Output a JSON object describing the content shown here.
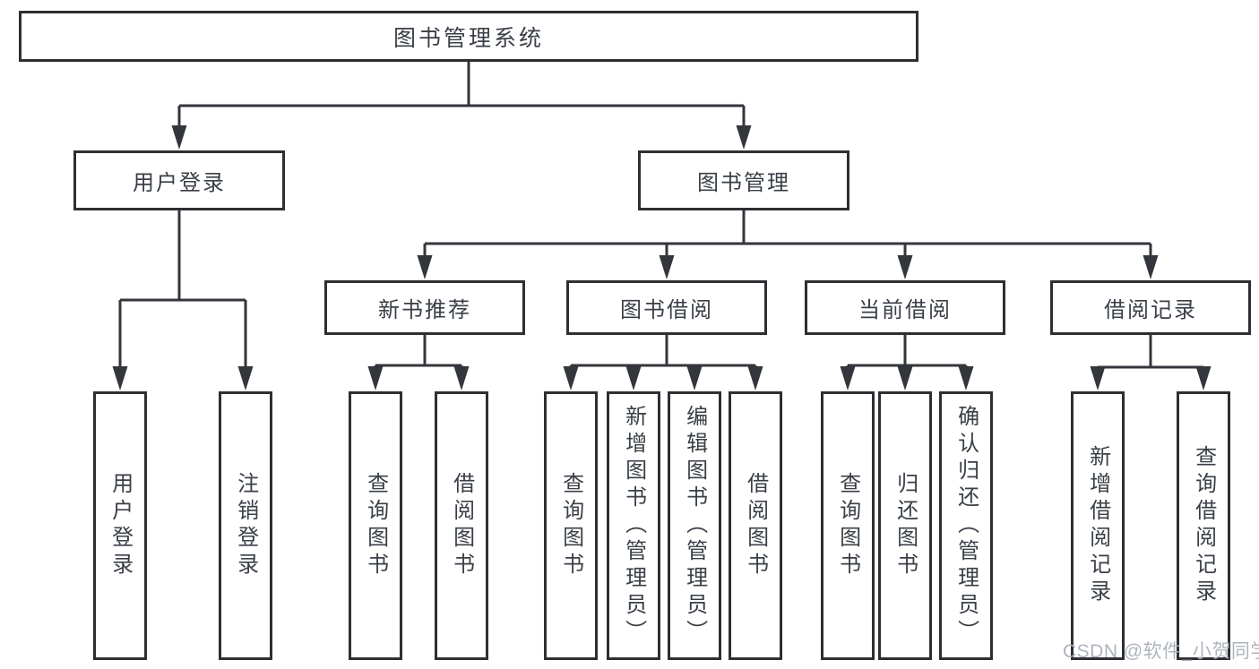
{
  "diagram": {
    "root": "图书管理系统",
    "level2": [
      "用户登录",
      "图书管理"
    ],
    "level3": [
      "新书推荐",
      "图书借阅",
      "当前借阅",
      "借阅记录"
    ],
    "leaves_user_login": [
      "用户登录",
      "注销登录"
    ],
    "leaves_new_books": [
      "查询图书",
      "借阅图书"
    ],
    "leaves_book_borrow": [
      "查询图书",
      "新增图书（管理员）",
      "编辑图书（管理员）",
      "借阅图书"
    ],
    "leaves_current_borrow": [
      "查询图书",
      "归还图书",
      "确认归还（管理员）"
    ],
    "leaves_borrow_records": [
      "新增借阅记录",
      "查询借阅记录"
    ]
  },
  "watermark": "CSDN @软件_小贺同学",
  "colors": {
    "line": "#33363b",
    "box_border": "#2d2f33",
    "text": "#3a3f47",
    "watermark": "#aab0ba",
    "background": "#ffffff"
  }
}
